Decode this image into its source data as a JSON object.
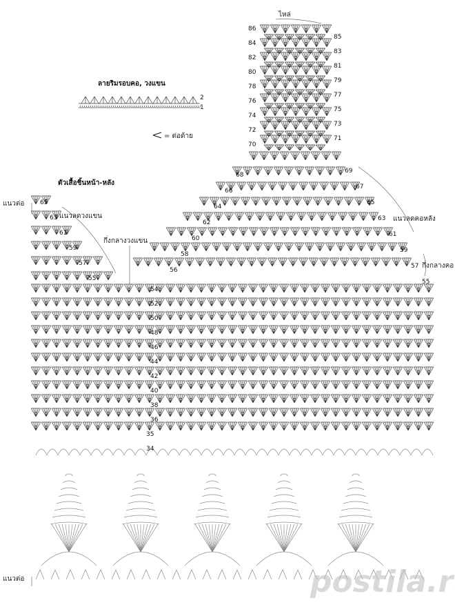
{
  "labels": {
    "shoulder": "ไหล่",
    "edging_title": "ลายริมรอบคอ, วงแขน",
    "join_legend": "= ต่อด้าย",
    "body_title": "ตัวเสื้อชิ้นหน้า-หลัง",
    "seam_top": "แนวต่อ",
    "armhole_line": "แนวลดวงแขน",
    "armhole_center": "กึ่งกลางวงแขน",
    "back_neck_line": "แนวลดคอหลัง",
    "center_neck": "กึ่งกลางคอ",
    "seam_bottom": "แนวต่อ",
    "watermark": "postila.ru"
  },
  "edging_rows": [
    "2",
    "1"
  ],
  "shoulder_rows_left": [
    "86",
    "84",
    "82",
    "80",
    "78",
    "76",
    "74",
    "72",
    "70"
  ],
  "shoulder_rows_right": [
    "85",
    "83",
    "81",
    "79",
    "77",
    "75",
    "73",
    "71"
  ],
  "neck_rows_right": [
    "69",
    "67",
    "65",
    "63",
    "61",
    "59",
    "57",
    "55"
  ],
  "neck_rows_left": [
    "68",
    "66",
    "64",
    "62",
    "60",
    "58",
    "56"
  ],
  "armhole_rows_left": [
    "65",
    "63",
    "61",
    "59",
    "57",
    "55"
  ],
  "center_rows": [
    "54",
    "52",
    "50",
    "48",
    "46",
    "44",
    "42",
    "40",
    "38",
    "36",
    "35",
    "34"
  ],
  "colors": {
    "stitch": "#3a3a3a",
    "light_stitch": "#8a8a8a",
    "watermark": "#bbbbbb"
  }
}
